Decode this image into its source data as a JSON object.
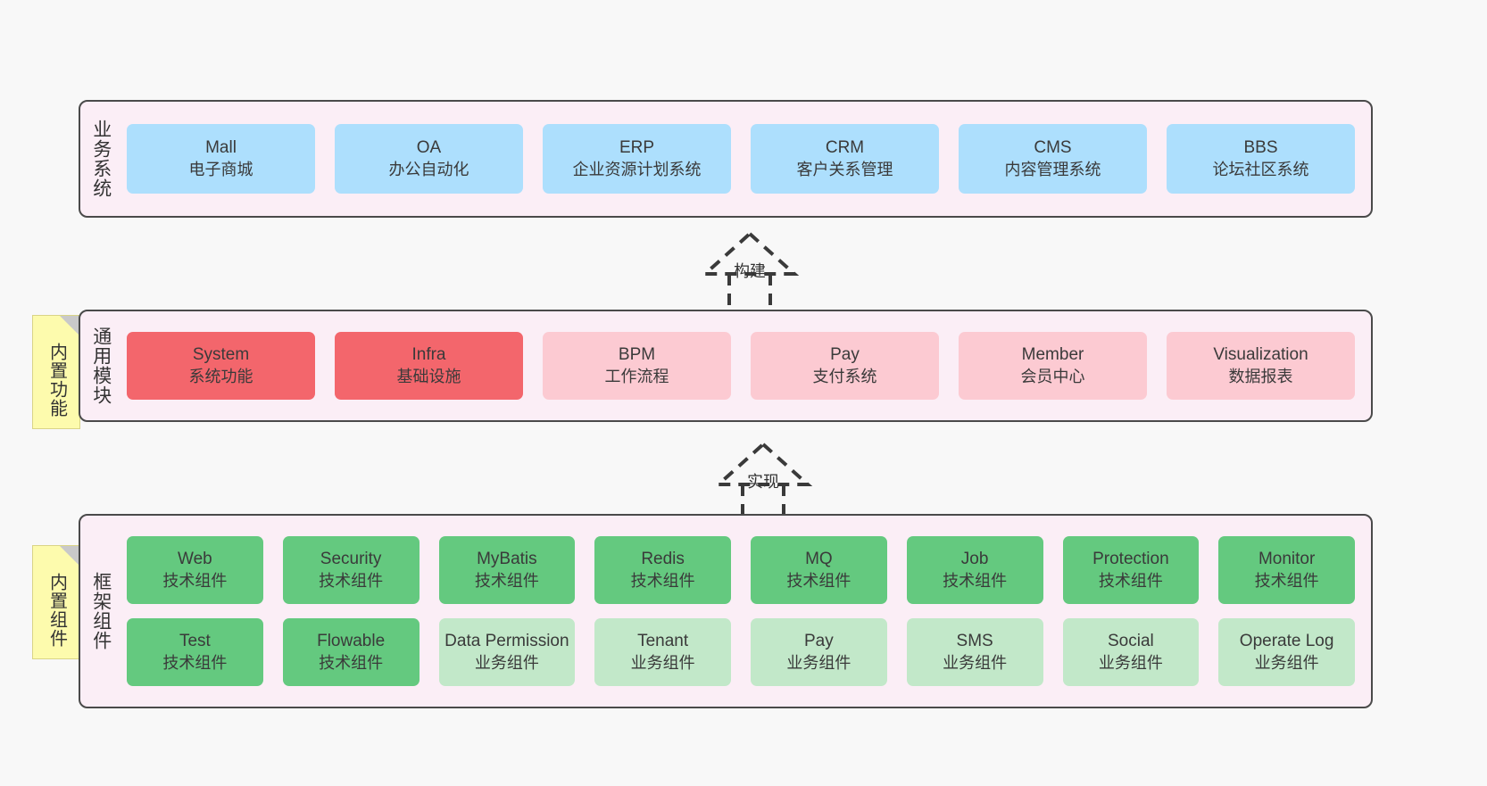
{
  "diagram": {
    "background_color": "#f8f8f8",
    "panel_color": "#fbeef6",
    "panel_border_color": "#4a4a4a",
    "note_color": "#fdfbad"
  },
  "layers": [
    {
      "id": "business",
      "title": "业务系统",
      "rows": [
        {
          "nodes": [
            {
              "title": "Mall",
              "sub": "电子商城",
              "color": "#addffd",
              "style": "blue"
            },
            {
              "title": "OA",
              "sub": "办公自动化",
              "color": "#addffd",
              "style": "blue"
            },
            {
              "title": "ERP",
              "sub": "企业资源计划系统",
              "color": "#addffd",
              "style": "blue"
            },
            {
              "title": "CRM",
              "sub": "客户关系管理",
              "color": "#addffd",
              "style": "blue"
            },
            {
              "title": "CMS",
              "sub": "内容管理系统",
              "color": "#addffd",
              "style": "blue"
            },
            {
              "title": "BBS",
              "sub": "论坛社区系统",
              "color": "#addffd",
              "style": "blue"
            }
          ]
        }
      ]
    },
    {
      "id": "common-modules",
      "title": "通用模块",
      "note": "内置功能",
      "rows": [
        {
          "nodes": [
            {
              "title": "System",
              "sub": "系统功能",
              "color": "#f3666c",
              "style": "red"
            },
            {
              "title": "Infra",
              "sub": "基础设施",
              "color": "#f3666c",
              "style": "red"
            },
            {
              "title": "BPM",
              "sub": "工作流程",
              "color": "#fccad2",
              "style": "pink"
            },
            {
              "title": "Pay",
              "sub": "支付系统",
              "color": "#fccad2",
              "style": "pink"
            },
            {
              "title": "Member",
              "sub": "会员中心",
              "color": "#fccad2",
              "style": "pink"
            },
            {
              "title": "Visualization",
              "sub": "数据报表",
              "color": "#fccad2",
              "style": "pink"
            }
          ]
        }
      ]
    },
    {
      "id": "framework",
      "title": "框架组件",
      "note": "内置组件",
      "rows": [
        {
          "nodes": [
            {
              "title": "Web",
              "sub": "技术组件",
              "color": "#64c97f",
              "style": "green"
            },
            {
              "title": "Security",
              "sub": "技术组件",
              "color": "#64c97f",
              "style": "green"
            },
            {
              "title": "MyBatis",
              "sub": "技术组件",
              "color": "#64c97f",
              "style": "green"
            },
            {
              "title": "Redis",
              "sub": "技术组件",
              "color": "#64c97f",
              "style": "green"
            },
            {
              "title": "MQ",
              "sub": "技术组件",
              "color": "#64c97f",
              "style": "green"
            },
            {
              "title": "Job",
              "sub": "技术组件",
              "color": "#64c97f",
              "style": "green"
            },
            {
              "title": "Protection",
              "sub": "技术组件",
              "color": "#64c97f",
              "style": "green"
            },
            {
              "title": "Monitor",
              "sub": "技术组件",
              "color": "#64c97f",
              "style": "green"
            }
          ]
        },
        {
          "nodes": [
            {
              "title": "Test",
              "sub": "技术组件",
              "color": "#64c97f",
              "style": "green"
            },
            {
              "title": "Flowable",
              "sub": "技术组件",
              "color": "#64c97f",
              "style": "green"
            },
            {
              "title": "Data Permission",
              "sub": "业务组件",
              "color": "#c2e8c9",
              "style": "lgreen"
            },
            {
              "title": "Tenant",
              "sub": "业务组件",
              "color": "#c2e8c9",
              "style": "lgreen"
            },
            {
              "title": "Pay",
              "sub": "业务组件",
              "color": "#c2e8c9",
              "style": "lgreen"
            },
            {
              "title": "SMS",
              "sub": "业务组件",
              "color": "#c2e8c9",
              "style": "lgreen"
            },
            {
              "title": "Social",
              "sub": "业务组件",
              "color": "#c2e8c9",
              "style": "lgreen"
            },
            {
              "title": "Operate Log",
              "sub": "业务组件",
              "color": "#c2e8c9",
              "style": "lgreen"
            }
          ]
        }
      ]
    }
  ],
  "arrows": [
    {
      "id": "build",
      "label": "构建"
    },
    {
      "id": "implement",
      "label": "实现"
    }
  ]
}
